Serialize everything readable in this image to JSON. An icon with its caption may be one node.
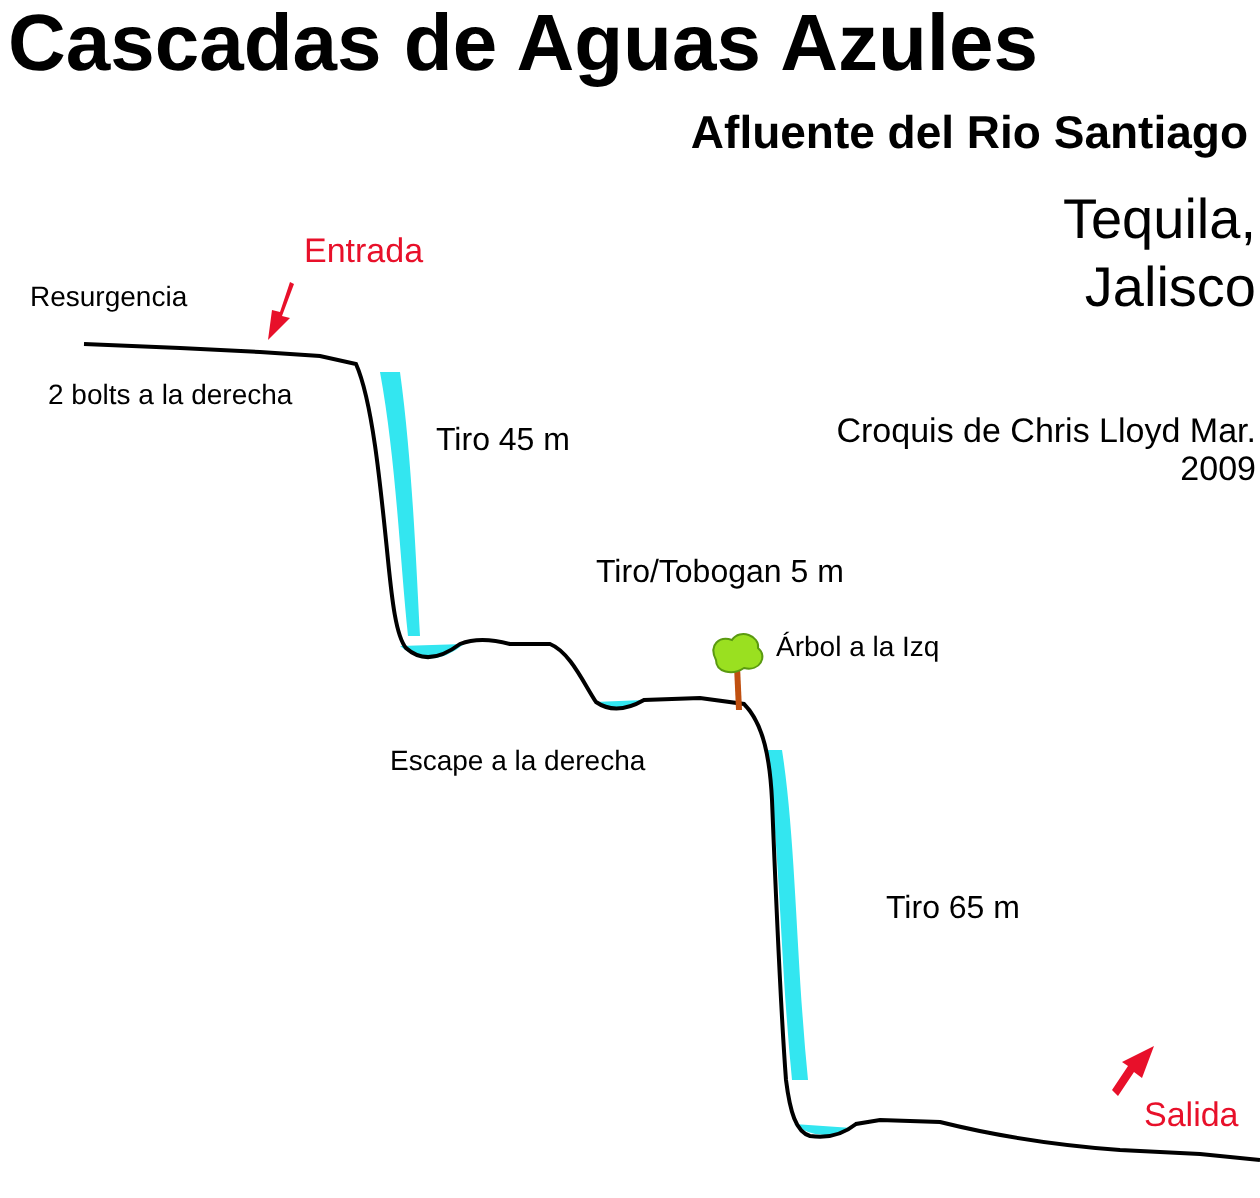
{
  "diagram": {
    "title": "Cascadas de Aguas Azules",
    "labels": [
      "Afluente del Rio Santiago",
      "Tequila, Jalisco",
      "Entrada",
      "Resurgencia",
      "2 bolts a la derecha",
      "Tiro 45 m",
      "Croquis de Chris Lloyd Mar. 2009",
      "Tiro/Tobogan 5 m",
      "Árbol a la Izq",
      "Escape a la derecha",
      "Tiro 65 m",
      "Salida"
    ]
  }
}
